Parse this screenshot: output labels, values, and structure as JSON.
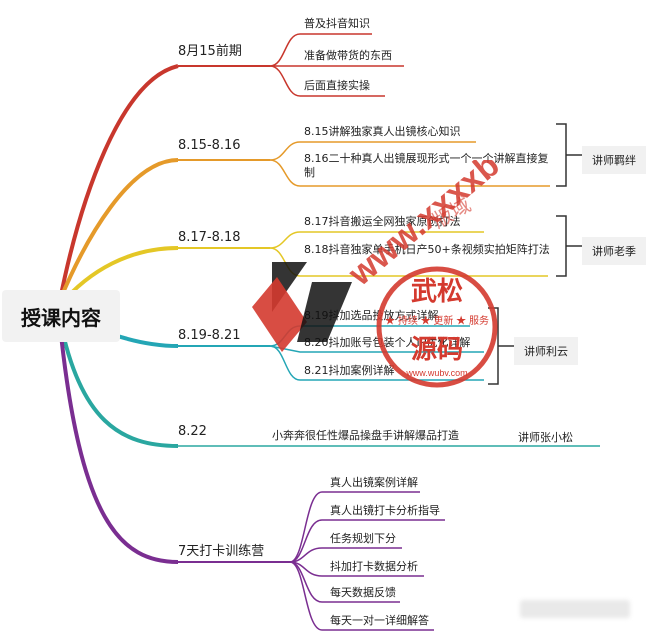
{
  "root": {
    "label": "授课内容"
  },
  "branches": [
    {
      "label": "8月15前期",
      "items": [
        "普及抖音知识",
        "准备做带货的东西",
        "后面直接实操"
      ]
    },
    {
      "label": "8.15-8.16",
      "items": [
        "8.15讲解独家真人出镜核心知识",
        "8.16二十种真人出镜展现形式一个一个讲解直接复制"
      ],
      "teacher": "讲师羁绊"
    },
    {
      "label": "8.17-8.18",
      "items": [
        "8.17抖音搬运全网独家原创打法",
        "8.18抖音独家单手机日产50+条视频实拍矩阵打法"
      ],
      "teacher": "讲师老季"
    },
    {
      "label": "8.19-8.21",
      "items": [
        "8.19抖加选品投放方式详解",
        "8.20抖加账号包装个人IP优化详解",
        "8.21抖加案例详解"
      ],
      "teacher": "讲师利云"
    },
    {
      "label": "8.22",
      "items": [
        "小奔奔很任性爆品操盘手讲解爆品打造"
      ],
      "teacher": "讲师张小松"
    },
    {
      "label": "7天打卡训练营",
      "items": [
        "真人出镜案例详解",
        "真人出镜打卡分析指导",
        "任务规划下分",
        "抖加打卡数据分析",
        "每天数据反馈",
        "每天一对一详细解答"
      ]
    }
  ],
  "watermark": {
    "seal_top": "武松",
    "seal_bottom": "源码",
    "seal_ring": "★ 持续 ★ 更新 ★ 服务",
    "seal_url": "www.wubv.com",
    "diag_text": "www.xxxxbv.com",
    "diag_corner": "版域"
  },
  "colors": {
    "red": "#c8372d",
    "orange": "#e59a2a",
    "yellow": "#e4c726",
    "teal": "#24a6b5",
    "cyan": "#2aa7a0",
    "purple": "#7a2e91"
  }
}
